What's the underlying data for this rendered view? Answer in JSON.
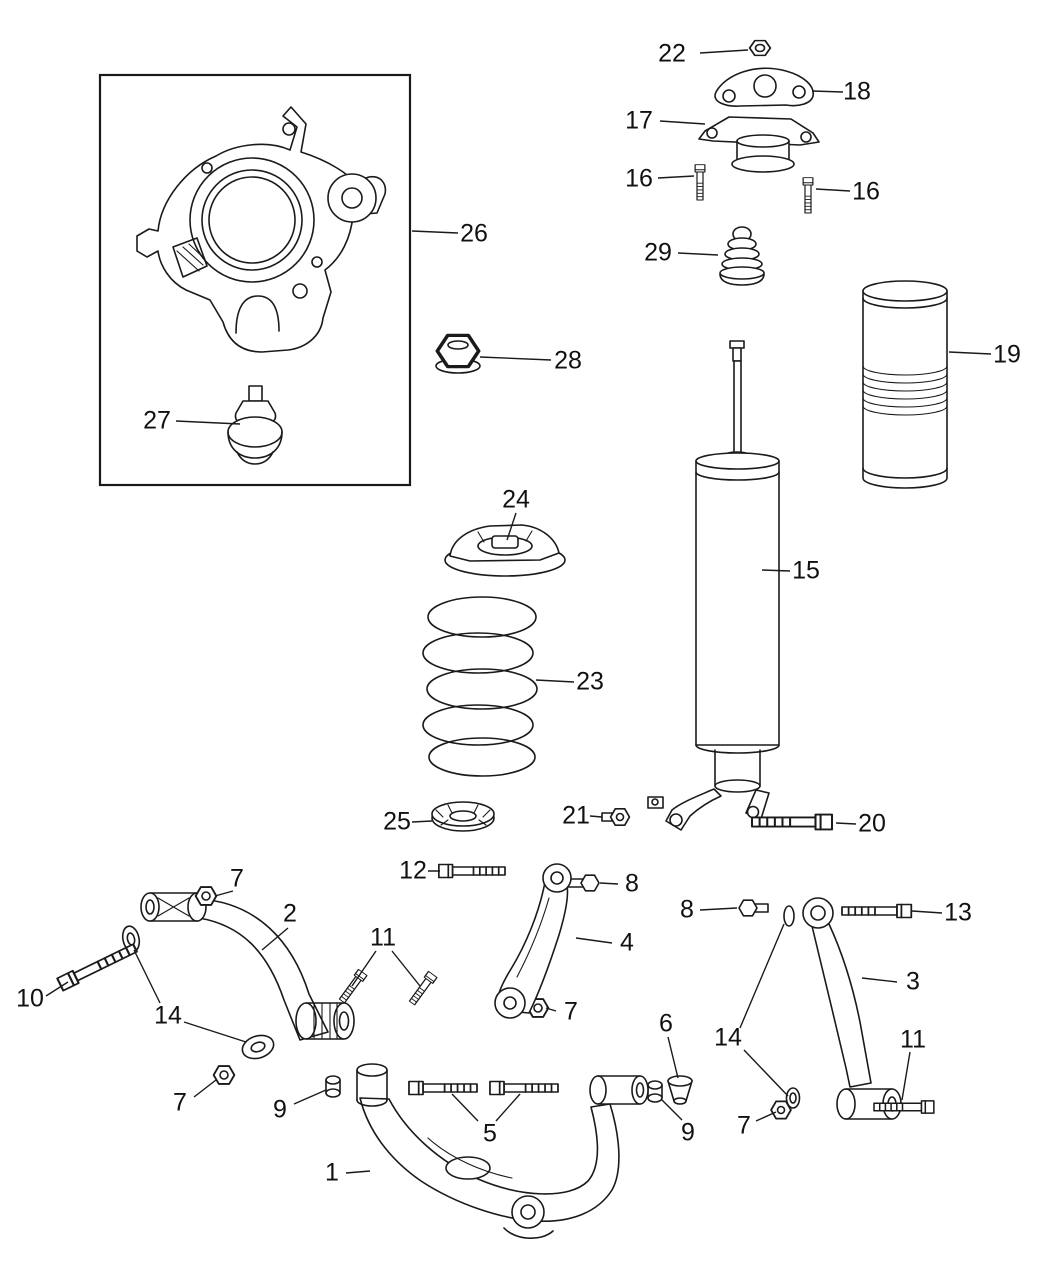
{
  "diagram": {
    "type": "exploded-parts-diagram",
    "subject": "rear suspension components",
    "colors": {
      "background": "#ffffff",
      "line": "#1a1a1a",
      "text": "#111111"
    },
    "callouts": [
      {
        "label": "22"
      },
      {
        "label": "18"
      },
      {
        "label": "17"
      },
      {
        "label": "16"
      },
      {
        "label": "16"
      },
      {
        "label": "29"
      },
      {
        "label": "26"
      },
      {
        "label": "28"
      },
      {
        "label": "27"
      },
      {
        "label": "19"
      },
      {
        "label": "24"
      },
      {
        "label": "15"
      },
      {
        "label": "23"
      },
      {
        "label": "25"
      },
      {
        "label": "21"
      },
      {
        "label": "20"
      },
      {
        "label": "12"
      },
      {
        "label": "8"
      },
      {
        "label": "2"
      },
      {
        "label": "8"
      },
      {
        "label": "13"
      },
      {
        "label": "11"
      },
      {
        "label": "4"
      },
      {
        "label": "3"
      },
      {
        "label": "10"
      },
      {
        "label": "14"
      },
      {
        "label": "7"
      },
      {
        "label": "7"
      },
      {
        "label": "6"
      },
      {
        "label": "14"
      },
      {
        "label": "7"
      },
      {
        "label": "9"
      },
      {
        "label": "9"
      },
      {
        "label": "5"
      },
      {
        "label": "11"
      },
      {
        "label": "7"
      },
      {
        "label": "1"
      }
    ]
  }
}
